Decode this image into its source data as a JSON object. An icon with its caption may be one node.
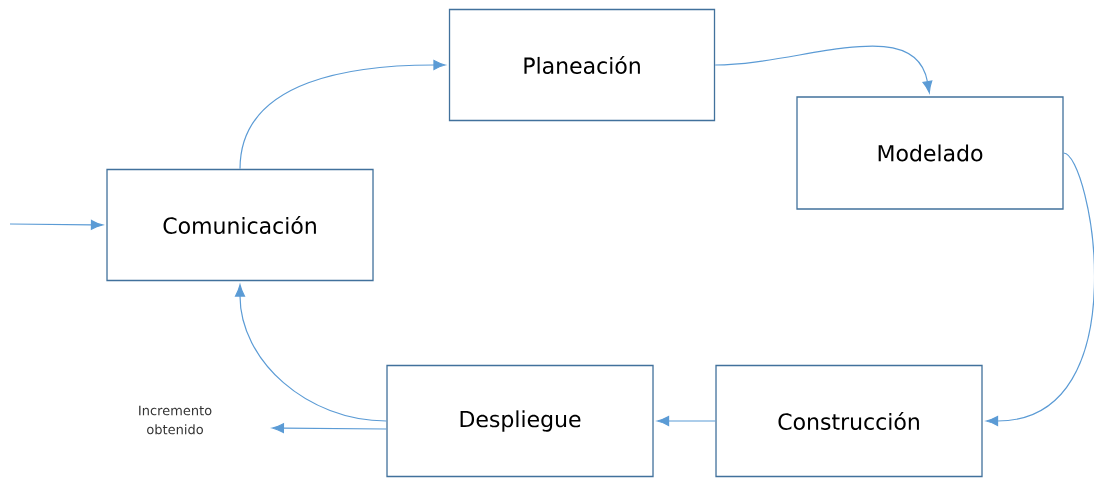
{
  "diagram": {
    "nodes": [
      {
        "text": [
          "Comunicación"
        ]
      },
      {
        "text": [
          "Planeación"
        ]
      },
      {
        "text": [
          "Modelado"
        ]
      },
      {
        "text": [
          "Construcción"
        ]
      },
      {
        "text": [
          "Despliegue"
        ]
      },
      {
        "text": [
          "Incremento obtenido"
        ]
      }
    ],
    "edges": [
      {
        "from": null,
        "to": 0,
        "arrow": "to"
      },
      {
        "from": 0,
        "to": 1,
        "arrow": "to"
      },
      {
        "from": 1,
        "to": 2,
        "arrow": "to"
      },
      {
        "from": 2,
        "to": 3,
        "arrow": "to"
      },
      {
        "from": 3,
        "to": 4,
        "arrow": "to"
      },
      {
        "from": 4,
        "to": 0,
        "arrow": "to"
      },
      {
        "from": 4,
        "to": 5,
        "arrow": "to"
      }
    ]
  }
}
